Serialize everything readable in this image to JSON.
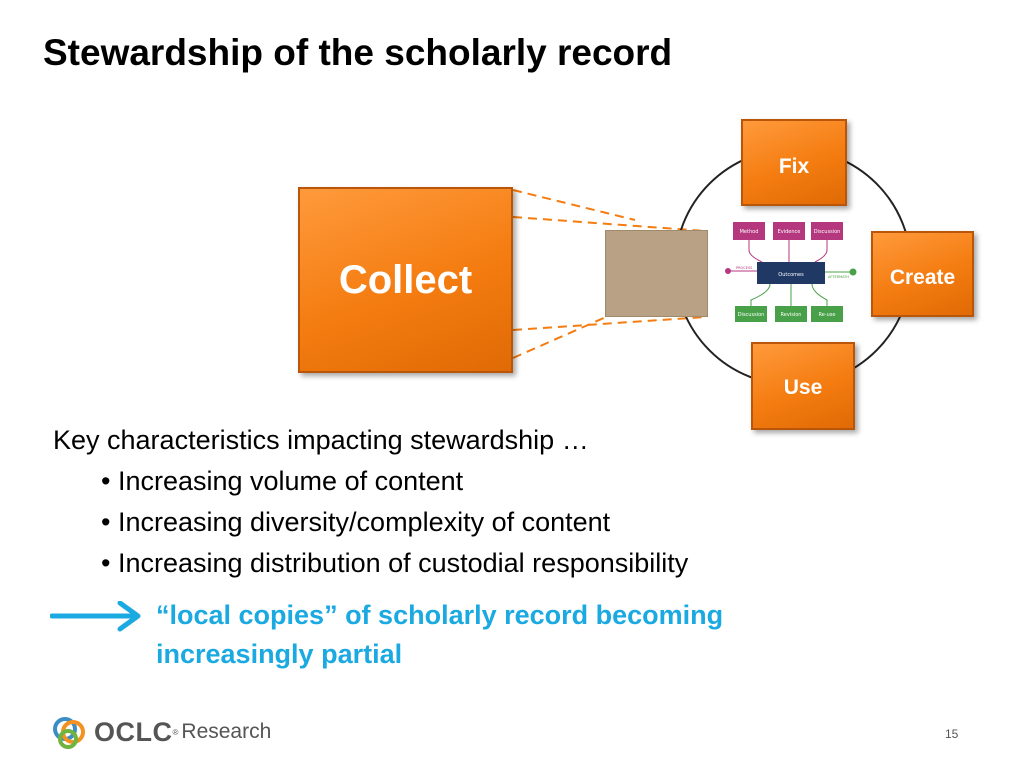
{
  "title": "Stewardship of the scholarly record",
  "diagram": {
    "collect_label": "Collect",
    "fix_label": "Fix",
    "create_label": "Create",
    "use_label": "Use",
    "inner": {
      "top_row": [
        "Method",
        "Evidence",
        "Discussion"
      ],
      "center": "Outcomes",
      "left_tag": "PROCESS",
      "right_tag": "AFTERMATH",
      "bottom_row": [
        "Discussion",
        "Revision",
        "Re-use"
      ]
    },
    "colors": {
      "orange": "#f47c10",
      "tan": "#b8a184",
      "purple": "#b5377e",
      "navy": "#1f3864",
      "green": "#48a148"
    }
  },
  "body": {
    "lead": "Key characteristics impacting stewardship …",
    "bullets": [
      "• Increasing volume of content",
      "• Increasing diversity/complexity of content",
      "• Increasing distribution of custodial responsibility"
    ]
  },
  "callout": {
    "line1": "“local copies” of scholarly record becoming",
    "line2": "increasingly partial",
    "color": "#1ba9e1"
  },
  "footer": {
    "logo_text": "OCLC",
    "logo_mark": "®",
    "logo_sub": "Research",
    "page_number": "15"
  }
}
